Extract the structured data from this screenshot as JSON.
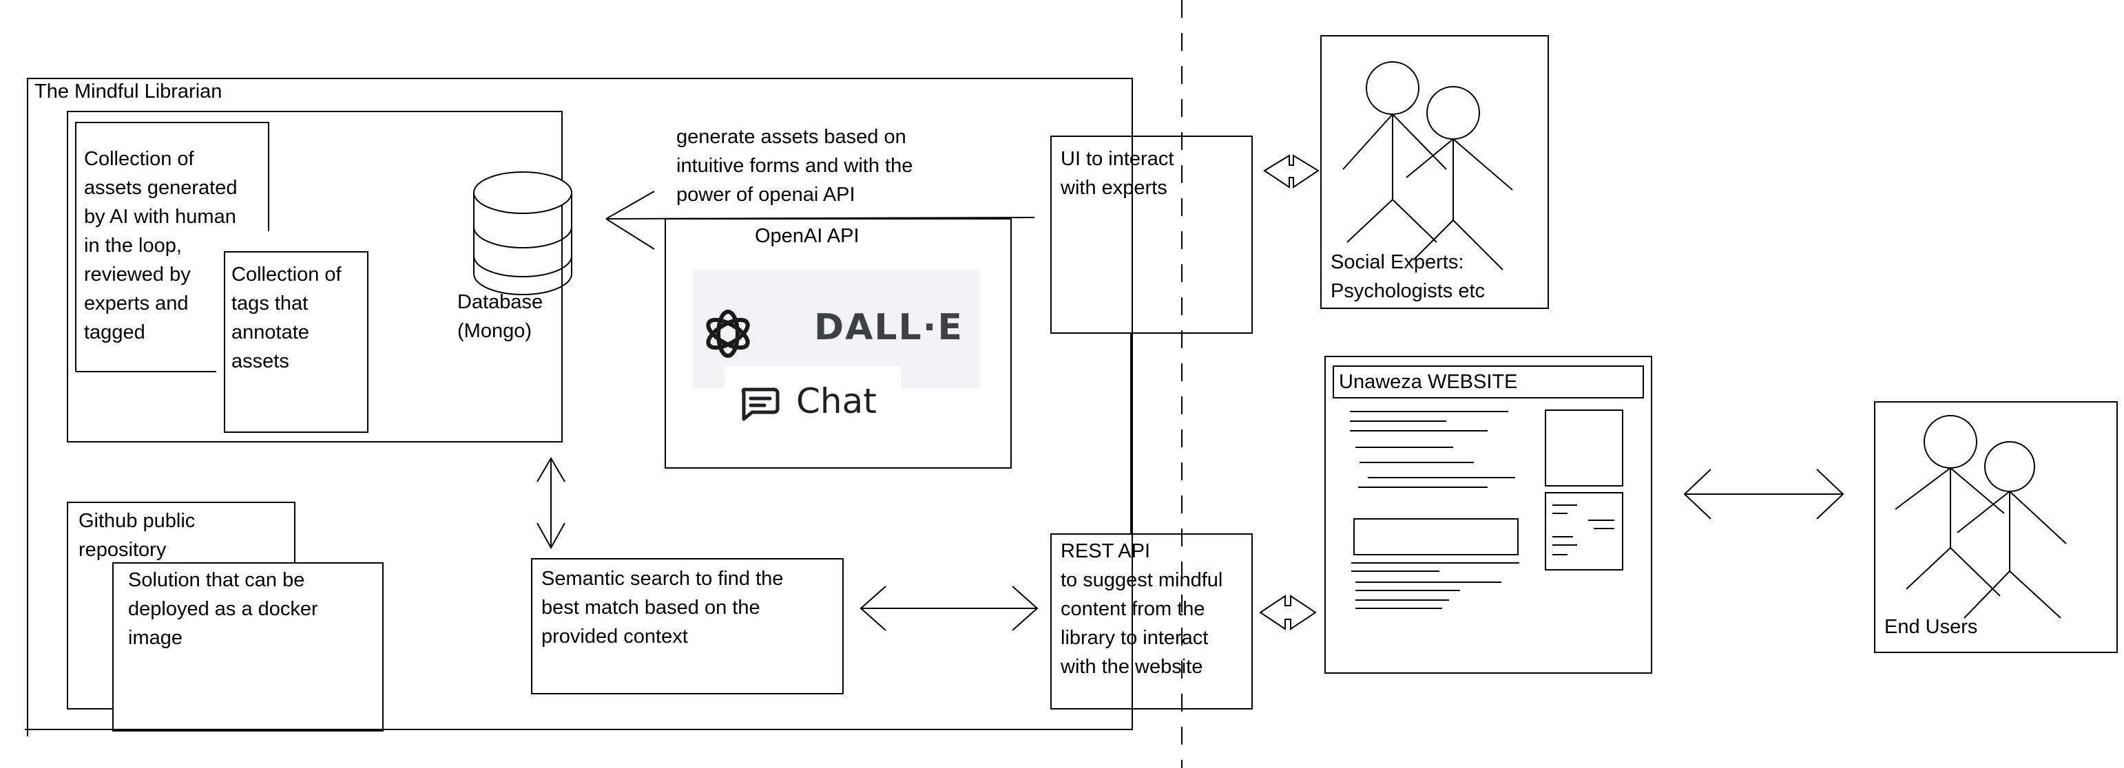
{
  "librarian": {
    "title": "The Mindful Librarian"
  },
  "assets": {
    "text": "Collection of\nassets generated\nby AI with human\nin the loop,\nreviewed by\nexperts and\ntagged"
  },
  "tags": {
    "text": "Collection of\ntags that\nannotate\nassets"
  },
  "database": {
    "text": "Database\n(Mongo)"
  },
  "generate": {
    "text": "generate assets based on\nintuitive forms and with the\npower of openai API"
  },
  "openai": {
    "title": "OpenAI API",
    "dalle": "DALL·E",
    "chat": "Chat"
  },
  "github": {
    "text": "Github public\nrepository"
  },
  "docker": {
    "text": "Solution that can be\ndeployed as a docker\nimage"
  },
  "semantic": {
    "text": "Semantic search to find the\nbest match based on the\nprovided context"
  },
  "ui_experts": {
    "text": "UI to interact\nwith experts"
  },
  "rest": {
    "text": "REST API\nto suggest mindful\ncontent from the\nlibrary to interact\nwith the website"
  },
  "experts": {
    "text": "Social Experts:\nPsychologists etc"
  },
  "website": {
    "title": "Unaweza WEBSITE"
  },
  "end_users": {
    "text": "End Users"
  }
}
